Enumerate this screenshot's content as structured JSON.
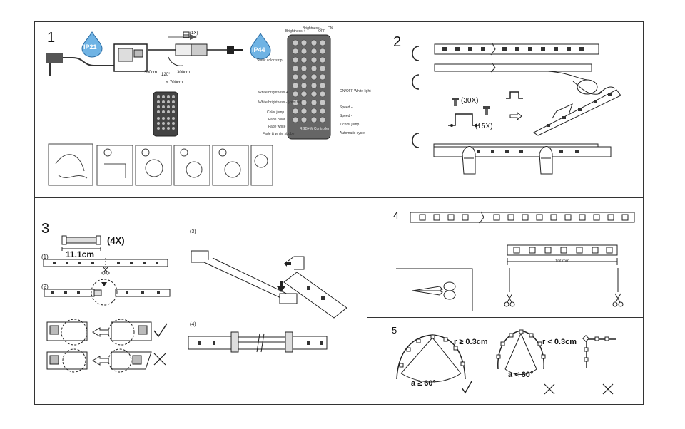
{
  "steps": {
    "s1": "1",
    "s2": "2",
    "s3": "3",
    "s4": "4",
    "s5": "5"
  },
  "panel1": {
    "ip21": "IP21",
    "ip44": "IP44",
    "controller_qty": "(1X)",
    "len_left": "300cm",
    "len_right": "300cm",
    "angle": "120°",
    "len_down": "≤ 700cm",
    "remote_labels_top": [
      "Brightness +",
      "Brightness -",
      "OFF",
      "ON"
    ],
    "remote_labels_left": [
      "Static color strip",
      "White brightness +",
      "White brightness - (cool tw)",
      "Color jump",
      "Fade color",
      "Fade white",
      "Fade & white strobe"
    ],
    "remote_labels_right": [
      "ON/OFF White light",
      "Speed +",
      "Speed -",
      "7 color jump",
      "Automatic cycle"
    ],
    "remote_brand": "RGB+W Controller"
  },
  "panel2": {
    "screws_qty": "(30X)",
    "clips_qty": "(15X)"
  },
  "panel3": {
    "bar_qty": "(4X)",
    "bar_len": "11.1cm",
    "sub1": "(1)",
    "sub2": "(2)",
    "sub3": "(3)",
    "sub4": "(4)"
  },
  "panel4": {
    "cut_len": "100mm"
  },
  "panel5": {
    "r_ok": "r ≥ 0.3cm",
    "a_ok": "a ≥ 60°",
    "r_bad": "r < 0.3cm",
    "a_bad": "a < 60°"
  }
}
